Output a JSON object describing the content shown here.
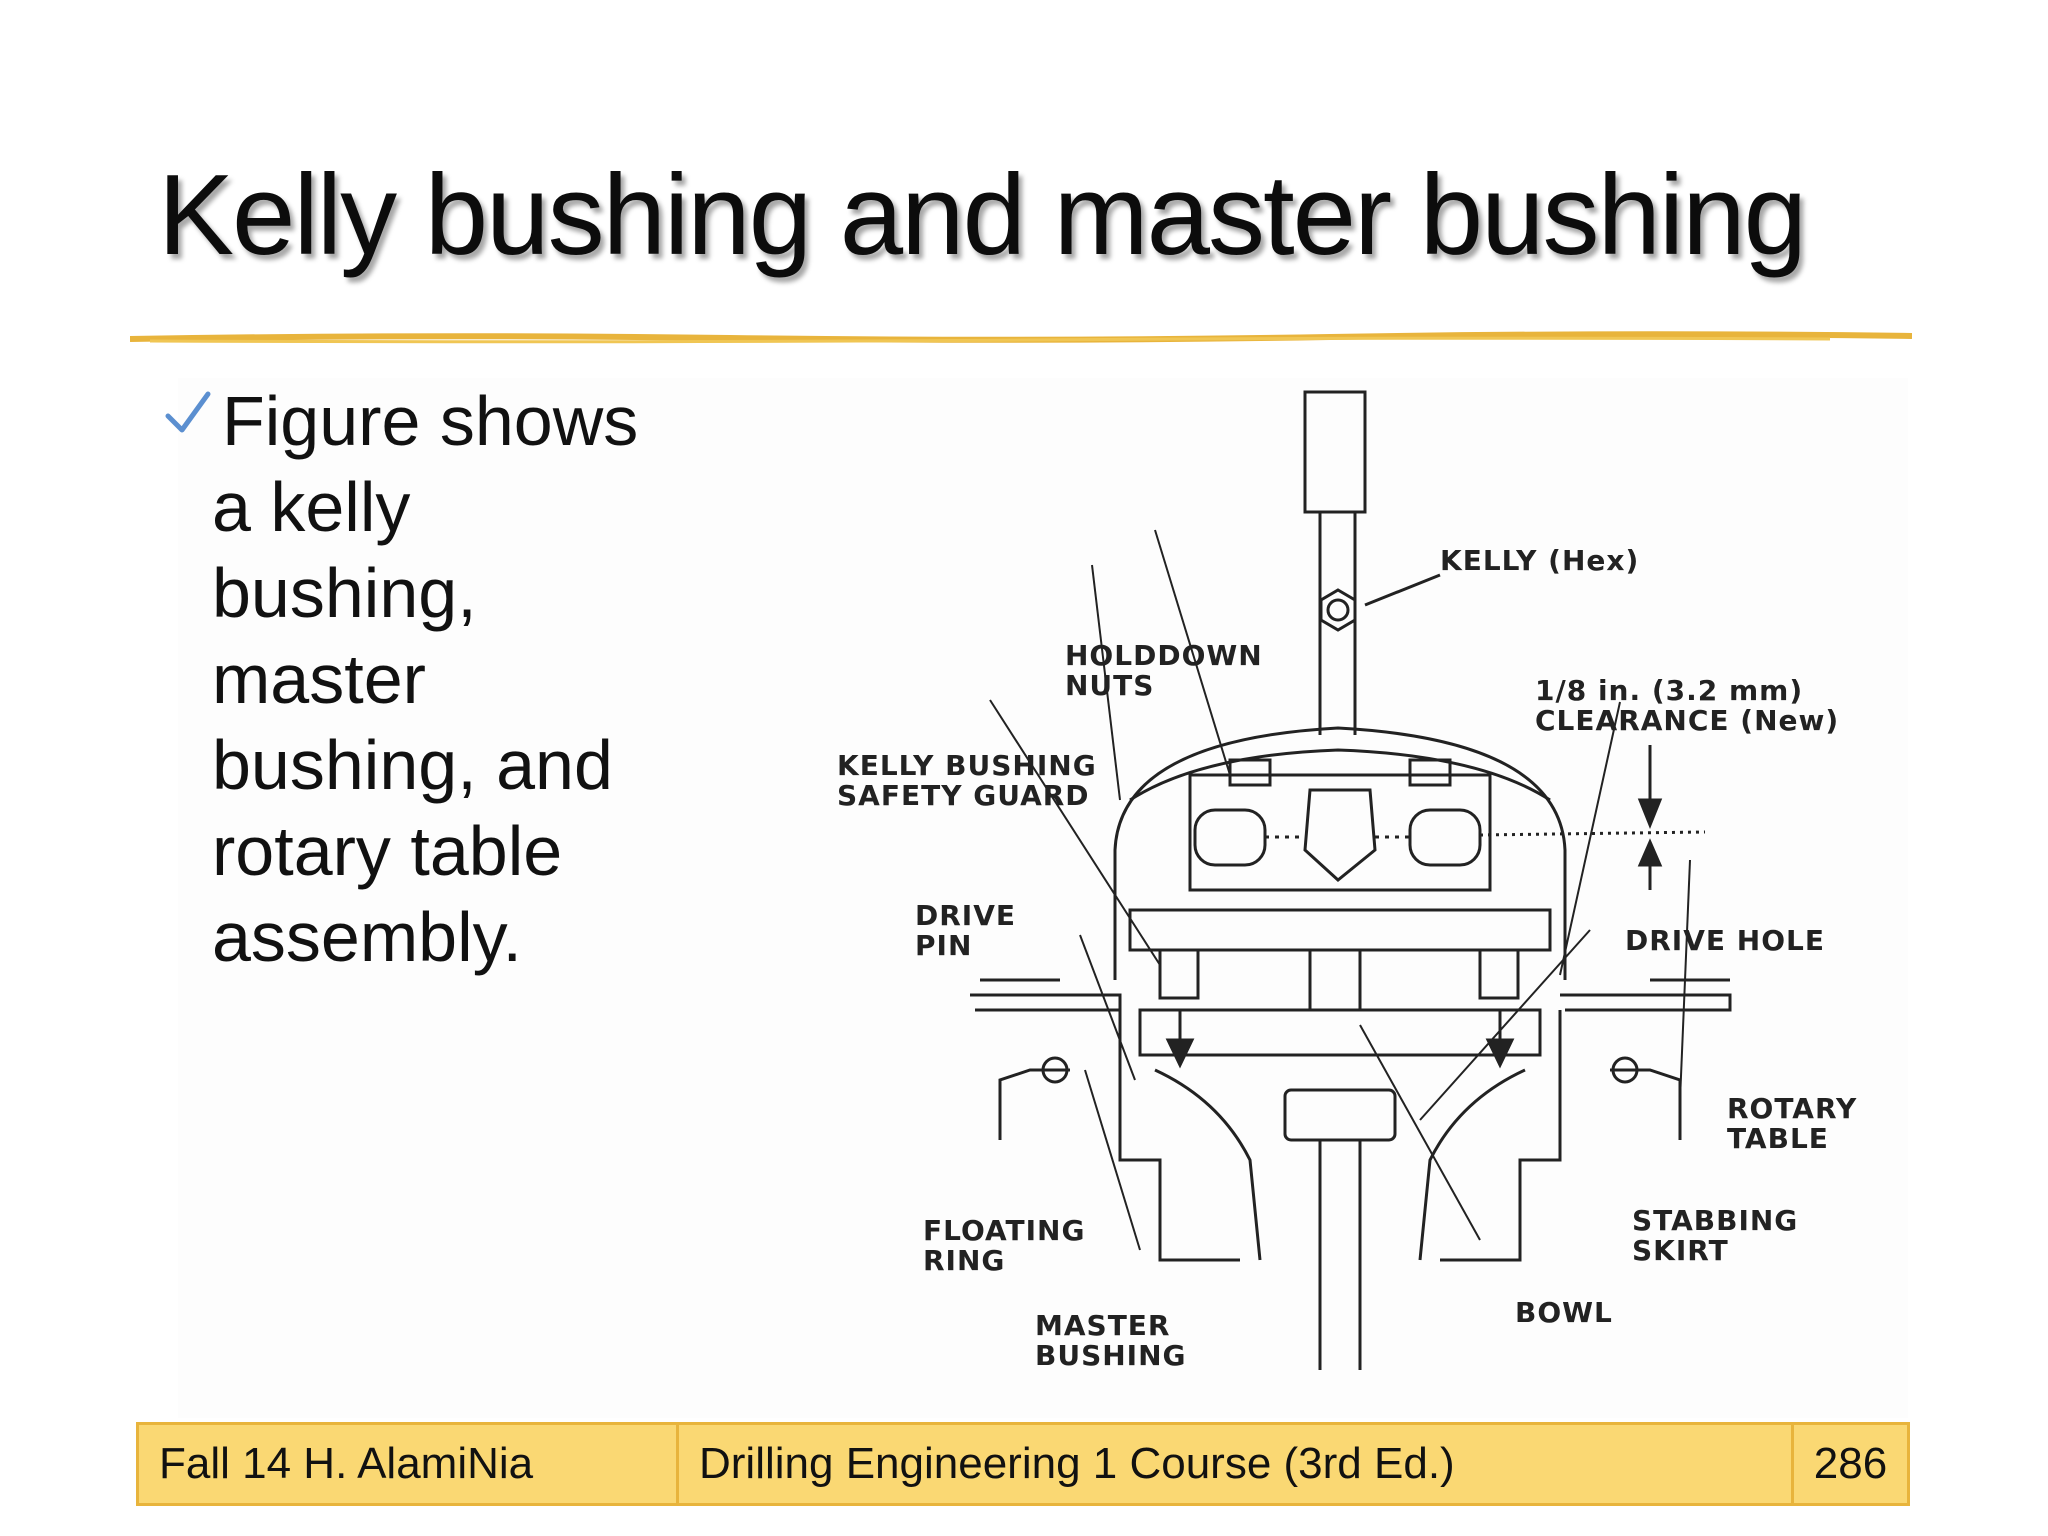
{
  "slide": {
    "title": "Kelly bushing and master bushing",
    "bullet": {
      "lines": [
        "Figure shows",
        "a kelly",
        "bushing,",
        "master",
        "bushing, and",
        "rotary table",
        "assembly."
      ]
    },
    "figure_labels": {
      "kelly": "KELLY (Hex)",
      "holddown_1": "HOLDDOWN",
      "holddown_2": "NUTS",
      "clearance_1": "1/8 in. (3.2 mm)",
      "clearance_2": "CLEARANCE (New)",
      "safety_1": "KELLY BUSHING",
      "safety_2": "SAFETY GUARD",
      "drive_pin_1": "DRIVE",
      "drive_pin_2": "PIN",
      "drive_hole": "DRIVE HOLE",
      "rotary_1": "ROTARY",
      "rotary_2": "TABLE",
      "floating_1": "FLOATING",
      "floating_2": "RING",
      "stabbing_1": "STABBING",
      "stabbing_2": "SKIRT",
      "master_1": "MASTER",
      "master_2": "BUSHING",
      "bowl": "BOWL"
    },
    "footer": {
      "left": "Fall 14 H. AlamiNia",
      "center": "Drilling Engineering 1 Course (3rd Ed.)",
      "page": "286"
    },
    "colors": {
      "accent_rule": "#e8b43c",
      "footer_fill": "#fad873",
      "check": "#5b8fd0"
    }
  }
}
